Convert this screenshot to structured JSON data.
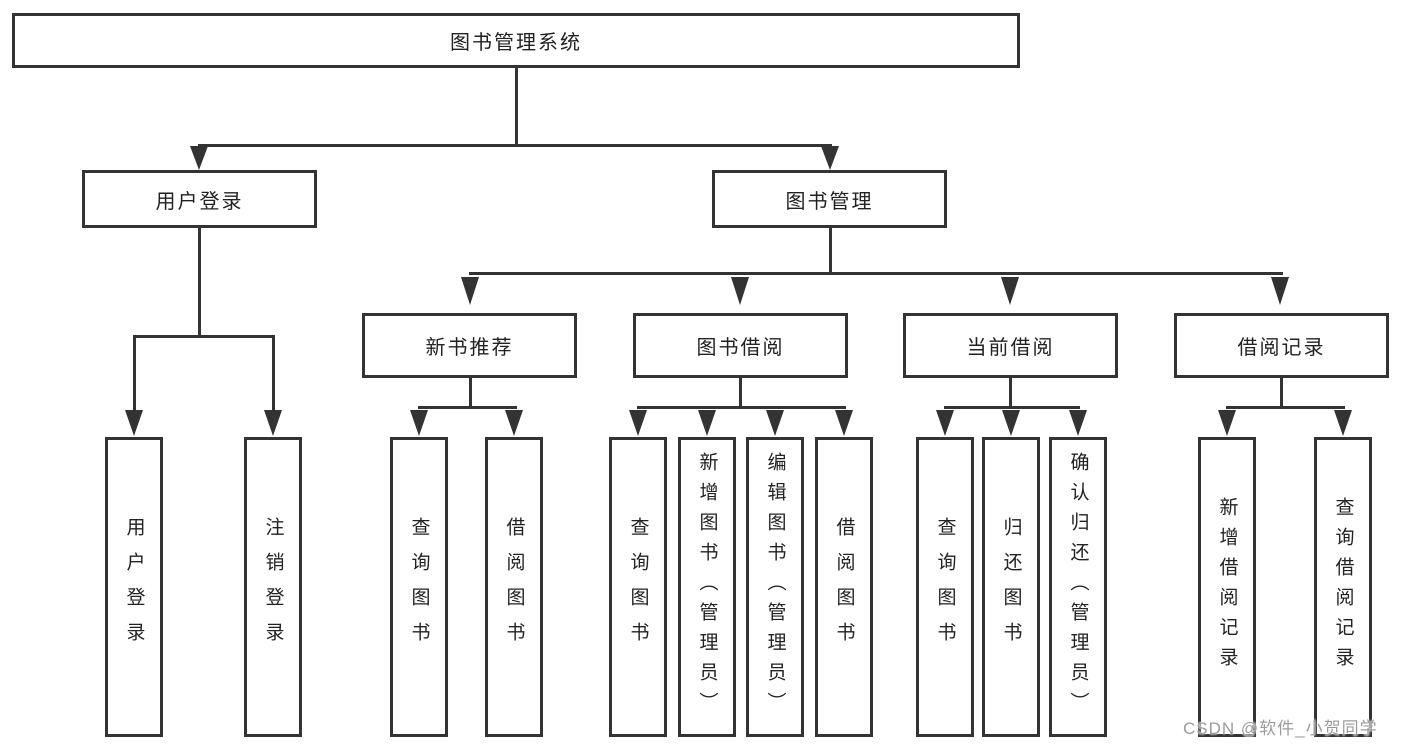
{
  "diagram": {
    "line_color": "#333333",
    "background": "#ffffff"
  },
  "tree": {
    "label": "图书管理系统",
    "children": [
      {
        "label": "用户登录",
        "children": [
          {
            "label": "用户登录"
          },
          {
            "label": "注销登录"
          }
        ]
      },
      {
        "label": "图书管理",
        "children": [
          {
            "label": "新书推荐",
            "children": [
              {
                "label": "查询图书"
              },
              {
                "label": "借阅图书"
              }
            ]
          },
          {
            "label": "图书借阅",
            "children": [
              {
                "label": "查询图书"
              },
              {
                "label": "新增图书（管理员）"
              },
              {
                "label": "编辑图书（管理员）"
              },
              {
                "label": "借阅图书"
              }
            ]
          },
          {
            "label": "当前借阅",
            "children": [
              {
                "label": "查询图书"
              },
              {
                "label": "归还图书"
              },
              {
                "label": "确认归还（管理员）"
              }
            ]
          },
          {
            "label": "借阅记录",
            "children": [
              {
                "label": "新增借阅记录"
              },
              {
                "label": "查询借阅记录"
              }
            ]
          }
        ]
      }
    ]
  },
  "watermark": "CSDN @软件_小贺同学"
}
